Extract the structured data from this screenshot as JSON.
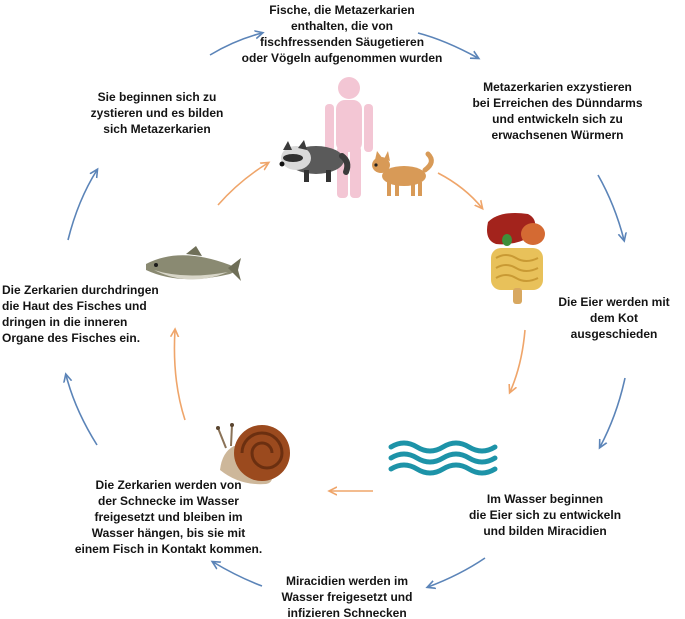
{
  "colors": {
    "outer_arrow": "#5b84b8",
    "inner_arrow": "#efa56a",
    "human": "#f3c6d4",
    "raccoon_dark": "#3b3b3b",
    "raccoon_light": "#d9d9d9",
    "dog": "#d89a57",
    "liver": "#a3231c",
    "intestine": "#e8c15a",
    "stomach": "#d46a33",
    "gallbladder": "#3f8f3a",
    "water": "#1d93a8",
    "snail_shell": "#9b4a1e",
    "snail_body": "#cdb79a",
    "fish_body": "#8a8a72",
    "fish_belly": "#d8d6c8"
  },
  "icons": {
    "host": "human-dog-raccoon-illustration",
    "organs": "digestive-organs-illustration",
    "water": "water-waves-icon",
    "snail": "snail-illustration",
    "fish": "fish-illustration"
  },
  "stages": {
    "top": "Fische, die Metazerkarien\nenthalten, die von\nfischfressenden Säugetieren\noder Vögeln aufgenommen wurden",
    "upper_right": "Metazerkarien exzystieren\nbei Erreichen des Dünndarms\nund entwickeln sich zu\nerwachsenen Würmern",
    "right": "Die Eier werden mit\ndem Kot ausgeschieden",
    "lower_right": "Im Wasser beginnen\ndie Eier sich zu entwickeln\nund bilden Miracidien",
    "bottom": "Miracidien werden im\nWasser freigesetzt und\ninfizieren Schnecken",
    "lower_left": "Die Zerkarien werden von\nder Schnecke im Wasser\nfreigesetzt und bleiben im\nWasser hängen, bis sie mit\neinem Fisch in Kontakt kommen.",
    "left": "Die Zerkarien durchdringen\ndie Haut des Fisches und\ndringen in die inneren\nOrgane des Fisches ein.",
    "upper_left": "Sie beginnen sich zu\nzystieren und es bilden\nsich Metazerkarien"
  }
}
